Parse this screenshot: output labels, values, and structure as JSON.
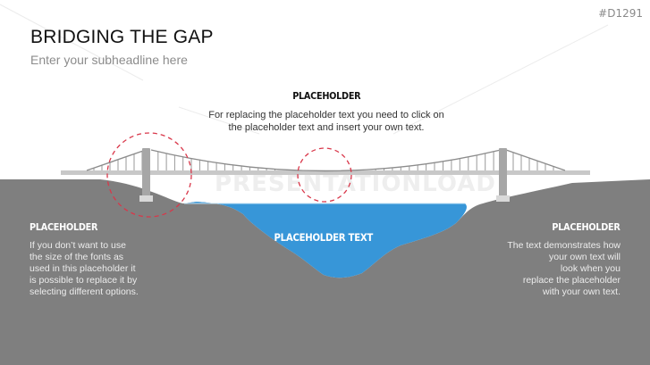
{
  "slide_id": "#D1291",
  "header": {
    "title": "BRIDGING THE GAP",
    "subtitle": "Enter your subheadline here"
  },
  "top_block": {
    "heading": "PLACEHOLDER",
    "lines": [
      "For replacing the placeholder text you need to click on",
      "the placeholder text  and insert your own text."
    ]
  },
  "left_block": {
    "heading": "PLACEHOLDER",
    "lines": [
      "If you don’t want to use",
      "the size of the fonts as",
      "used in this placeholder it",
      "is possible to replace it by",
      "selecting different options."
    ]
  },
  "right_block": {
    "heading": "PLACEHOLDER",
    "lines": [
      "The text demonstrates how",
      "your own text will",
      "look when you",
      "replace the placeholder",
      "with your own text."
    ]
  },
  "water_label": "PLACEHOLDER TEXT",
  "watermark": "PRESENTATIONLOAD",
  "colors": {
    "ground": "#7f7f7f",
    "water": "#3796d8",
    "bridge": "#c8c8c8",
    "tower": "#a6a6a6",
    "cable": "#8c8c8c",
    "highlight_circle": "#d9374a"
  }
}
